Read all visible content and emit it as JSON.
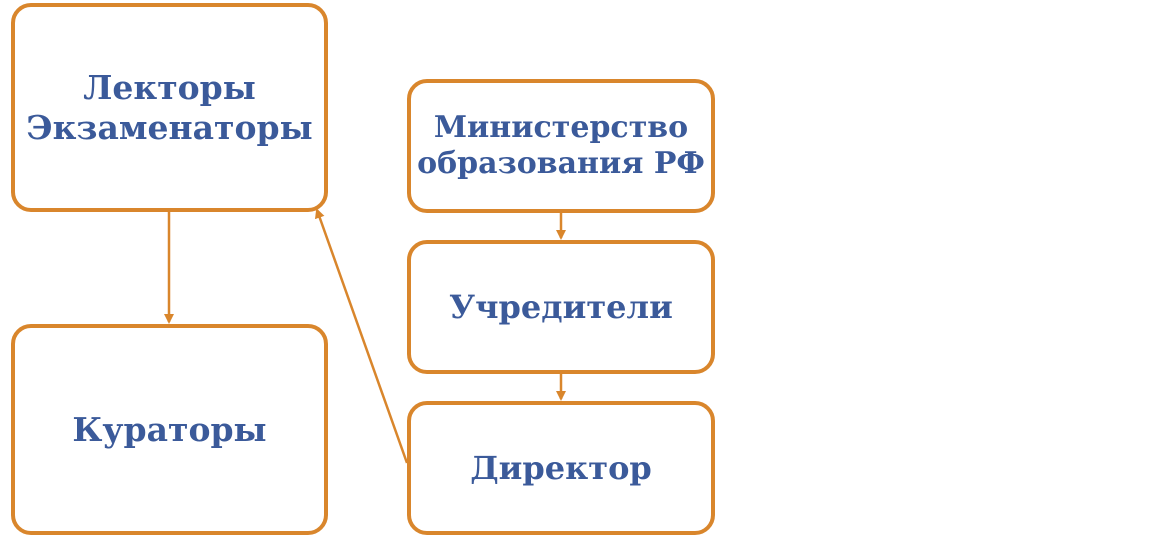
{
  "colors": {
    "border": "#d9862c",
    "text": "#3b5a9a",
    "arrow": "#d9862c"
  },
  "nodes": {
    "lectors": {
      "line1": "Лекторы",
      "line2": "Экзаменаторы"
    },
    "curators": {
      "label": "Кураторы"
    },
    "ministry": {
      "line1": "Министерство",
      "line2": "образования РФ"
    },
    "founders": {
      "label": "Учредители"
    },
    "director": {
      "label": "Директор"
    }
  },
  "edges": [
    {
      "from": "lectors",
      "to": "curators"
    },
    {
      "from": "ministry",
      "to": "founders"
    },
    {
      "from": "founders",
      "to": "director"
    },
    {
      "from": "director",
      "to": "lectors"
    }
  ]
}
